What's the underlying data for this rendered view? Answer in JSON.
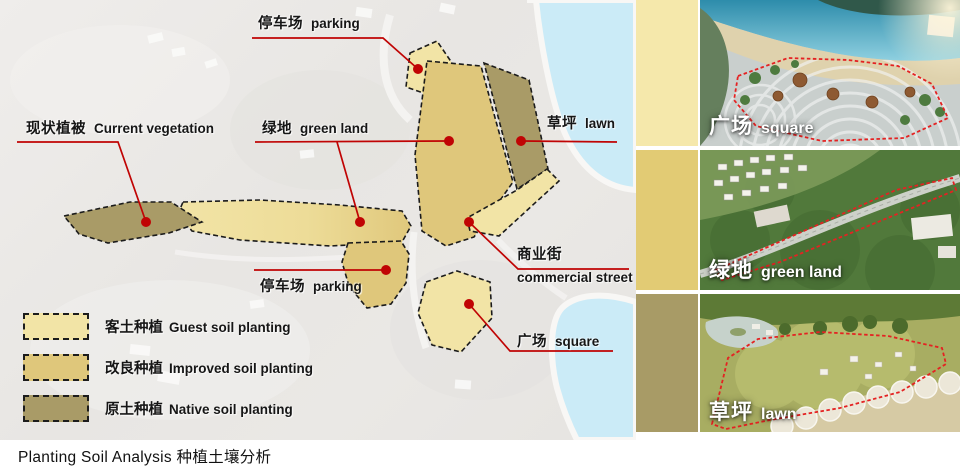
{
  "title": "Planting Soil Analysis 种植土壤分析",
  "map": {
    "labels": {
      "parking_top": {
        "zh": "停车场",
        "en": "parking"
      },
      "current_vegetation": {
        "zh": "现状植被",
        "en": "Current vegetation"
      },
      "green_land": {
        "zh": "绿地",
        "en": "green land"
      },
      "lawn": {
        "zh": "草坪",
        "en": "lawn"
      },
      "parking_mid": {
        "zh": "停车场",
        "en": "parking"
      },
      "commercial_street": {
        "zh": "商业街",
        "en": "commercial street"
      },
      "square": {
        "zh": "广场",
        "en": "square"
      }
    }
  },
  "legend": {
    "items": [
      {
        "zh": "客土种植",
        "en": "Guest soil planting",
        "color": "#F2E4A6"
      },
      {
        "zh": "改良种植",
        "en": "Improved soil planting",
        "color": "#DFC77B"
      },
      {
        "zh": "原土种植",
        "en": "Native soil planting",
        "color": "#A99B67"
      }
    ]
  },
  "photos": [
    {
      "zh": "广场",
      "en": "square"
    },
    {
      "zh": "绿地",
      "en": "green land"
    },
    {
      "zh": "草坪",
      "en": "lawn"
    }
  ],
  "colors": {
    "guest": "#F2E4A6",
    "improved": "#DFC77B",
    "native": "#A99B67",
    "leader_red": "#C00404",
    "boundary_red": "#E42222",
    "water": "#CBEBF7",
    "strip_guest": "#F5E8AB",
    "strip_improved": "#E2CB74",
    "strip_native": "#A89B66"
  }
}
